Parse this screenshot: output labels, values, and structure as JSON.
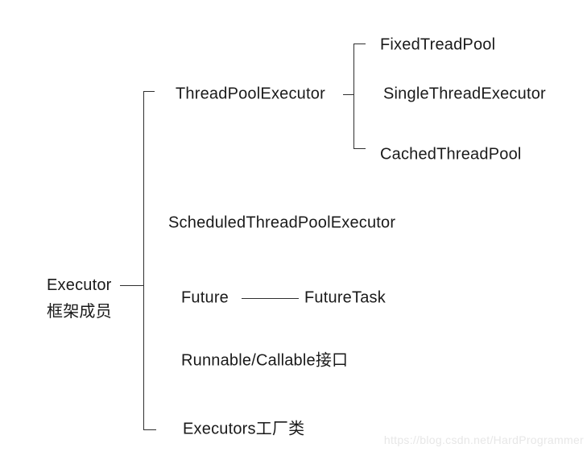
{
  "diagram": {
    "title_node": {
      "line1": "Executor",
      "line2": "框架成员"
    },
    "nodes": {
      "thread_pool_executor": "ThreadPoolExecutor",
      "fixed_thread_pool": "FixedTreadPool",
      "single_thread_executor": "SingleThreadExecutor",
      "cached_thread_pool": "CachedThreadPool",
      "scheduled_thread_pool_executor": "ScheduledThreadPoolExecutor",
      "future": "Future",
      "future_task": "FutureTask",
      "runnable_callable": "Runnable/Callable接口",
      "executors_factory": "Executors工厂类"
    },
    "colors": {
      "background": "#ffffff",
      "text": "#1a1a1a",
      "line": "#2f2f2f",
      "watermark": "#e7e7e7"
    }
  },
  "watermark": {
    "text": "https://blog.csdn.net/HardProgrammer"
  }
}
